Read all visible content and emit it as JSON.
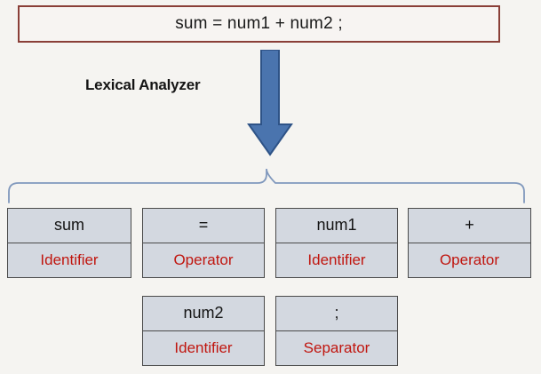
{
  "diagram": {
    "title_text": "sum = num1 + num2 ;",
    "stage_label": "Lexical Analyzer",
    "colors": {
      "background": "#f5f4f1",
      "statement_border": "#8a3f38",
      "arrow_fill": "#4a74ae",
      "arrow_stroke": "#2e5387",
      "brace_stroke": "#8098bd",
      "token_fill": "#d3d8e0",
      "token_border": "#4a4a4a",
      "lexeme_text": "#131313",
      "type_text": "#c0160f"
    }
  },
  "tokens": {
    "row1": [
      {
        "lexeme": "sum",
        "type": "Identifier"
      },
      {
        "lexeme": "=",
        "type": "Operator"
      },
      {
        "lexeme": "num1",
        "type": "Identifier"
      },
      {
        "lexeme": "+",
        "type": "Operator"
      }
    ],
    "row2": [
      {
        "lexeme": "num2",
        "type": "Identifier"
      },
      {
        "lexeme": ";",
        "type": "Separator"
      }
    ]
  }
}
